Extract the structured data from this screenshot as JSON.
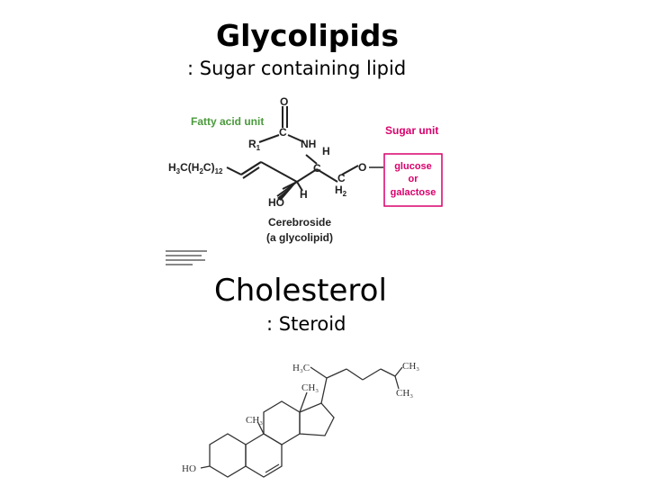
{
  "slide": {
    "title": "Glycolipids",
    "subtitle": ": Sugar containing lipid",
    "title2": "Cholesterol",
    "subtitle2": ": Steroid"
  },
  "cerebroside": {
    "fatty_acid_label": "Fatty acid unit",
    "sugar_unit_label": "Sugar unit",
    "sugar_line1": "glucose",
    "sugar_line2": "or",
    "sugar_line3": "galactose",
    "caption_line1": "Cerebroside",
    "caption_line2": "(a glycolipid)",
    "atom_o_top": "O",
    "atom_c_carbonyl": "C",
    "atom_r1": "R",
    "atom_r1_sub": "1",
    "atom_nh": "NH",
    "atom_h1": "H",
    "atom_c_mid": "C",
    "atom_c_h2": "C",
    "atom_h2_sub": "H",
    "atom_h2_sub2": "2",
    "atom_o_right": "O",
    "atom_ho": "HO",
    "atom_h_bottom": "H",
    "chain_label": "H3C(H2C)12",
    "colors": {
      "fatty_acid": "#4a9a3c",
      "sugar": "#d9006c",
      "box_border": "#d9006c"
    }
  },
  "cholesterol": {
    "h3c_top": "H₃C",
    "ch3_right_top": "CH₃",
    "ch3_right_bottom": "CH₃",
    "ch3_ring_d": "CH₃",
    "ch3_ring_b": "CH₃",
    "ho": "HO"
  }
}
